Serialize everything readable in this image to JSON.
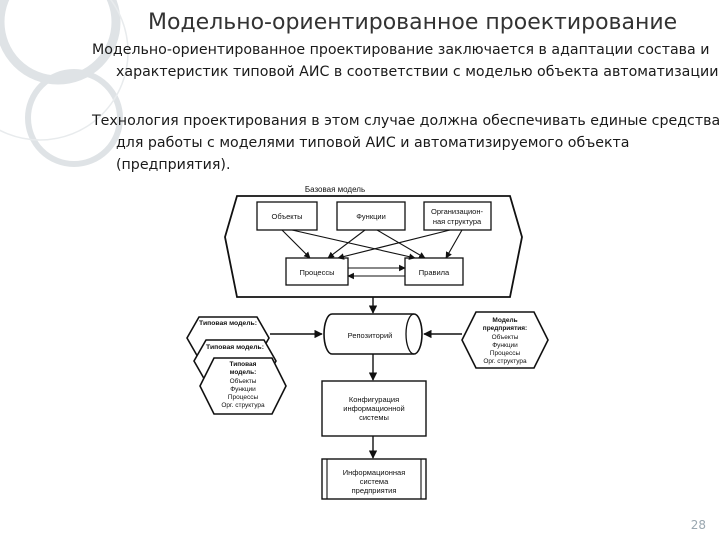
{
  "slide": {
    "title": "Модельно-ориентированное проектирование",
    "paragraphs": [
      "Модельно-ориентированное проектирование заключается в адаптации состава и характеристик типовой АИС в соответствии с моделью объекта автоматизации.",
      "Технология проектирования в этом случае должна обеспечивать единые средства для работы с моделями типовой АИС и автоматизируемого объекта (предприятия)."
    ],
    "page_number": "28"
  },
  "diagram": {
    "base_model": {
      "label": "Базовая модель",
      "objects": "Объекты",
      "functions": "Функции",
      "org_line1": "Организацион-",
      "org_line2": "ная структура",
      "processes": "Процессы",
      "rules": "Правила"
    },
    "repository": "Репозиторий",
    "typical_model_1": "Типовая модель:",
    "typical_model_2": "Типовая модель:",
    "typical_model_3": {
      "line1": "Типовая",
      "line2": "модель:",
      "line3": "Объекты",
      "line4": "Функции",
      "line5": "Процессы",
      "line6": "Орг. структура"
    },
    "enterprise_model": {
      "line1": "Модель",
      "line2": "предприятия:",
      "line3": "Объекты",
      "line4": "Функции",
      "line5": "Процессы",
      "line6": "Орг. структура"
    },
    "configuration": {
      "line1": "Конфигурация",
      "line2": "информационной",
      "line3": "системы"
    },
    "information_system": {
      "line1": "Информационная",
      "line2": "система",
      "line3": "предприятия"
    }
  }
}
